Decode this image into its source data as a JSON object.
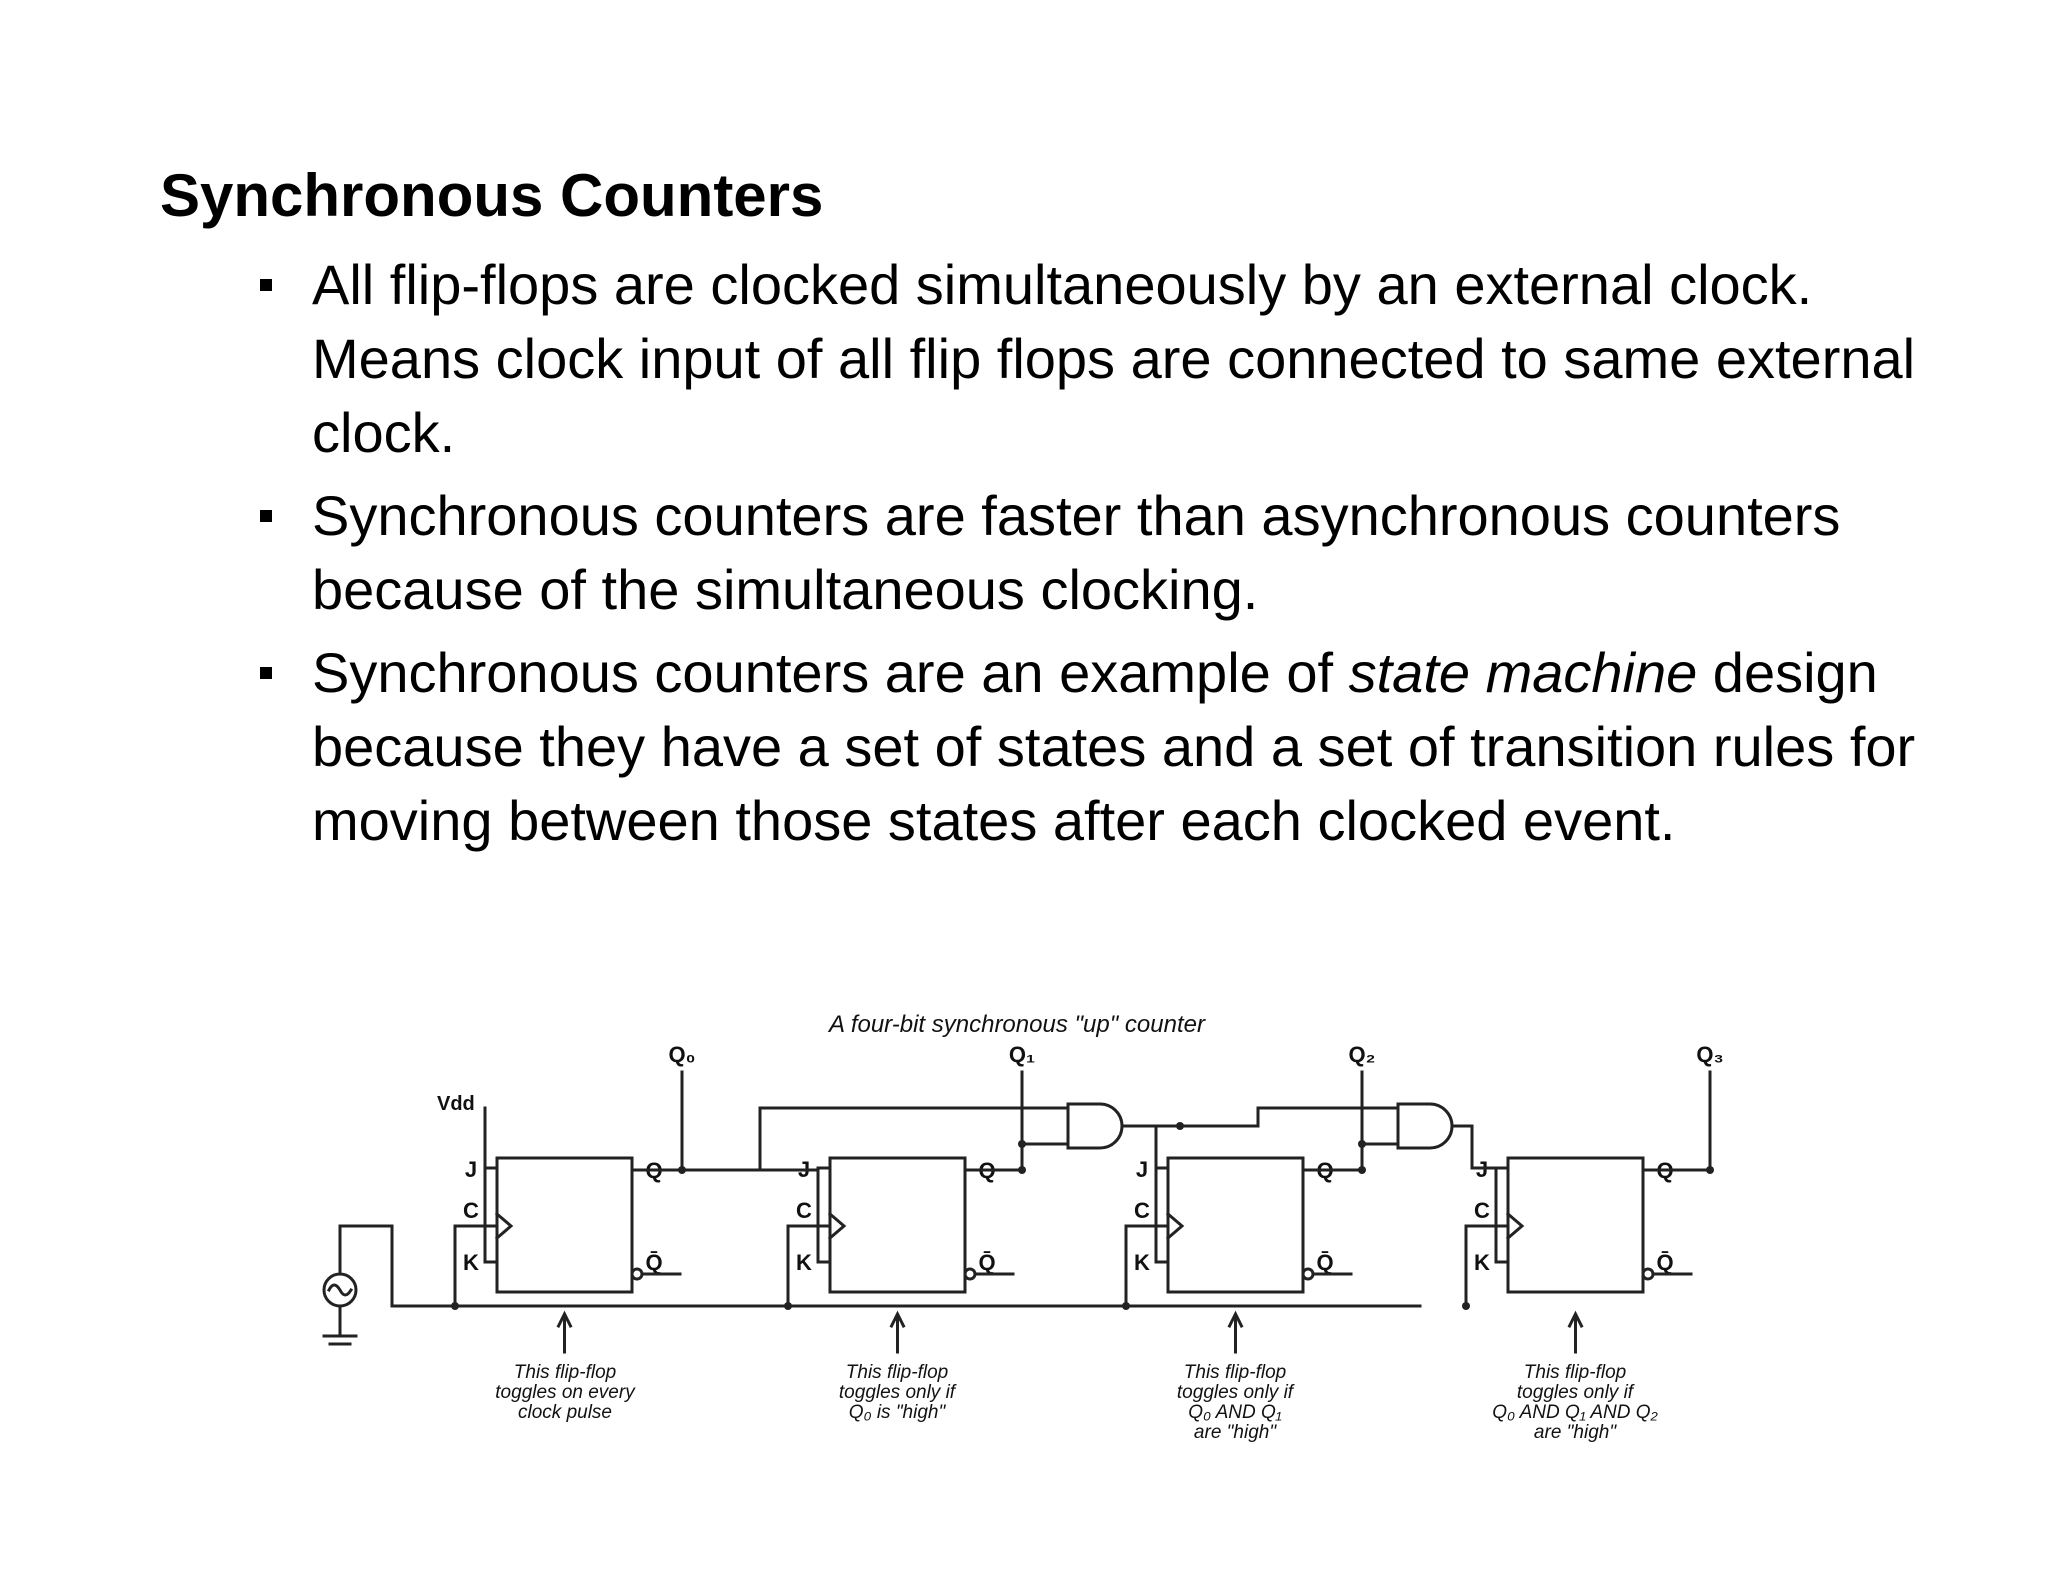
{
  "slide": {
    "title": "Synchronous Counters",
    "bullets": [
      {
        "text": "All flip-flops are clocked simultaneously by an external clock. Means clock input of all flip flops are connected to same external clock."
      },
      {
        "text": "Synchronous counters are faster than asynchronous counters because of the simultaneous clocking."
      },
      {
        "text_before": "Synchronous counters are an example of ",
        "emphasis": "state machine",
        "text_after": " design because they have a set of states and a set of transition rules for moving between those states after each clocked event."
      }
    ]
  },
  "diagram": {
    "caption": "A four-bit synchronous \"up\" counter",
    "supply_label": "Vdd",
    "clock_source_icon": "ac-source-icon",
    "ground_icon": "ground-icon",
    "pin_labels": {
      "j": "J",
      "c": "C",
      "k": "K",
      "q": "Q",
      "qbar": "Q̄"
    },
    "outputs": [
      "Q₀",
      "Q₁",
      "Q₂",
      "Q₃"
    ],
    "notes": [
      [
        "This flip-flop",
        "toggles on every",
        "clock pulse"
      ],
      [
        "This flip-flop",
        "toggles only if",
        "Q₀ is \"high\""
      ],
      [
        "This flip-flop",
        "toggles only if",
        "Q₀ AND Q₁",
        "are \"high\""
      ],
      [
        "This flip-flop",
        "toggles only if",
        "Q₀ AND Q₁ AND Q₂",
        "are \"high\""
      ]
    ]
  }
}
